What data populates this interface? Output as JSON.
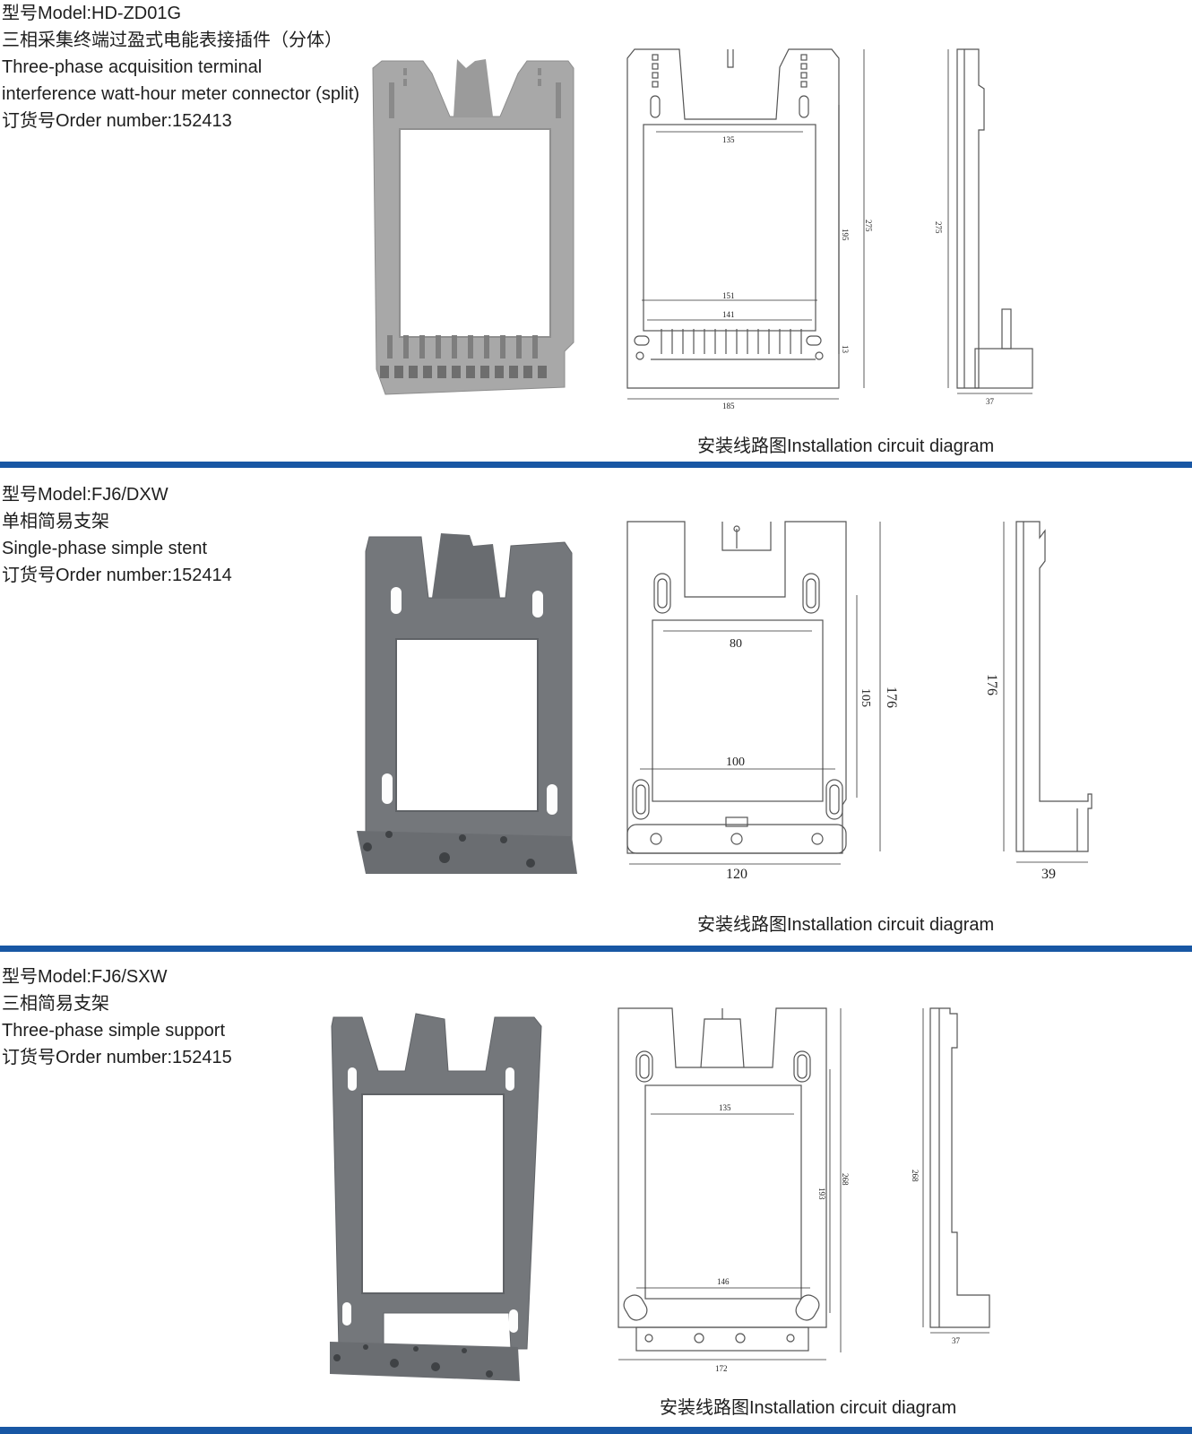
{
  "products": [
    {
      "model": "型号Model:HD-ZD01G",
      "name_cn": "三相采集终端过盈式电能表接插件（分体）",
      "name_en_lines": [
        "Three-phase acquisition terminal",
        "interference watt-hour meter connector (split)"
      ],
      "order": "订货号Order number:152413",
      "caption": "安装线路图Installation circuit diagram",
      "dims": {
        "inner_width": "135",
        "inner_height": "195",
        "total_height": "275",
        "side_height": "275",
        "terminal_outer": "151",
        "terminal_inner": "141",
        "terminal_height": "13",
        "total_width": "185",
        "depth": "37"
      }
    },
    {
      "model": "型号Model:FJ6/DXW",
      "name_cn": "单相简易支架",
      "name_en_lines": [
        "Single-phase simple stent"
      ],
      "order": "订货号Order number:152414",
      "caption": "安装线路图Installation circuit diagram",
      "dims": {
        "inner_width": "80",
        "inner_height": "105",
        "total_height": "176",
        "side_height": "176",
        "slot_span": "100",
        "total_width": "120",
        "depth": "39"
      }
    },
    {
      "model": "型号Model:FJ6/SXW",
      "name_cn": "三相简易支架",
      "name_en_lines": [
        "Three-phase simple support"
      ],
      "order": "订货号Order number:152415",
      "caption": "安装线路图Installation circuit diagram",
      "dims": {
        "inner_width": "135",
        "inner_height": "193",
        "total_height": "268",
        "side_height": "268",
        "slot_span": "146",
        "total_width": "172",
        "depth": "37"
      }
    }
  ],
  "colors": {
    "divider": "#1857a4",
    "part_light": "#a8a8a8",
    "part_dark": "#6f7276"
  }
}
